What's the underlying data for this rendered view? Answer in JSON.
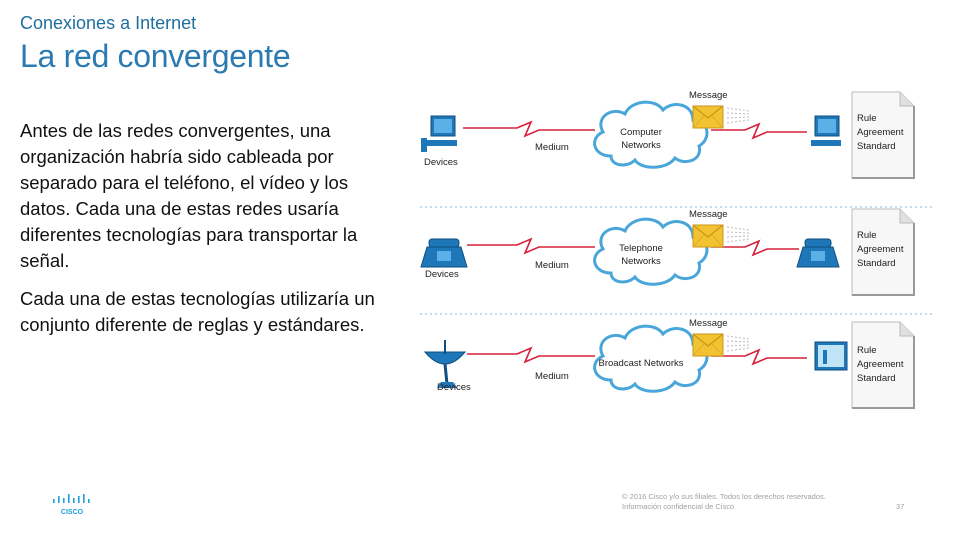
{
  "header": {
    "subtitle": "Conexiones a Internet",
    "title": "La red convergente"
  },
  "body": {
    "paragraph_1": "Antes de las redes convergentes, una organización habría sido cableada por separado para el teléfono, el vídeo y los datos. Cada una de estas redes usaría diferentes tecnologías para transportar la señal.",
    "paragraph_2": "Cada una de estas tecnologías utilizaría un conjunto diferente de reglas y estándares."
  },
  "diagram": {
    "rows": [
      {
        "devices_label": "Devices",
        "medium_label": "Medium",
        "message_label": "Message",
        "cloud_line1": "Computer",
        "cloud_line2": "Networks",
        "doc": [
          "Rule",
          "Agreement",
          "Standard"
        ]
      },
      {
        "devices_label": "Devices",
        "medium_label": "Medium",
        "message_label": "Message",
        "cloud_line1": "Telephone",
        "cloud_line2": "Networks",
        "doc": [
          "Rule",
          "Agreement",
          "Standard"
        ]
      },
      {
        "devices_label": "Devices",
        "medium_label": "Medium",
        "message_label": "Message",
        "cloud_line1": "Broadcast Networks",
        "cloud_line2": "",
        "doc": [
          "Rule",
          "Agreement",
          "Standard"
        ]
      }
    ],
    "colors": {
      "link": "#d8203a",
      "cloud_fill": "#ffffff",
      "cloud_stroke": "#4aa6d8",
      "device_blue": "#1e77b8",
      "envelope": "#f2c230"
    }
  },
  "footer": {
    "logo_text": "CISCO",
    "copyright_line1": "© 2016 Cisco y/o sus filiales. Todos los derechos reservados.",
    "copyright_line2": "Información confidencial de Cisco",
    "page_number": "37"
  }
}
